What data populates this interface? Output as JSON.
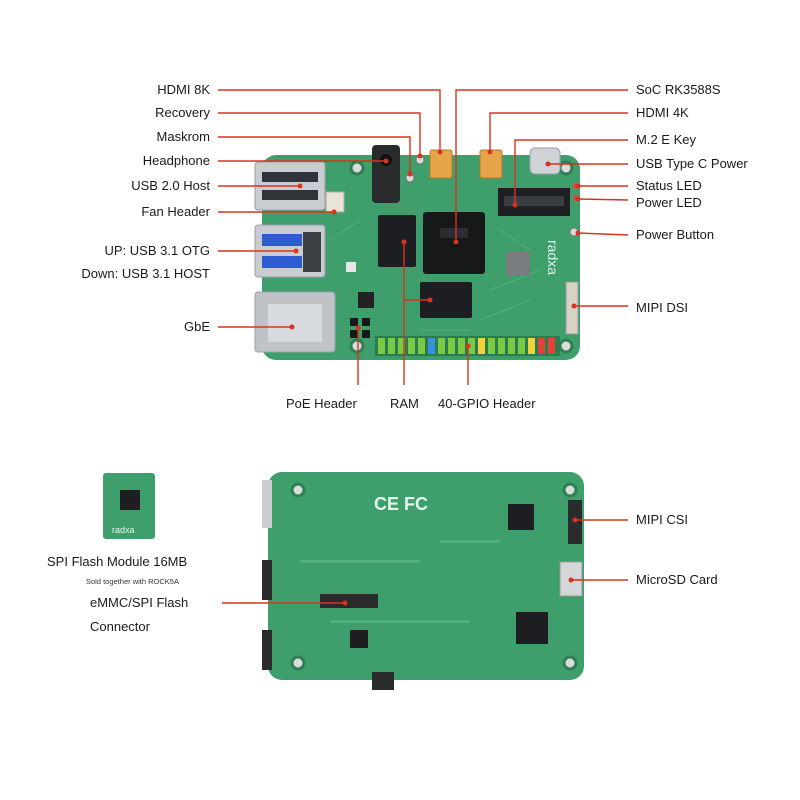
{
  "colors": {
    "leader": "#d9321e",
    "pcb": "#3f9f6c",
    "pcb_dark": "#2f7f55",
    "text": "#1a1a1a"
  },
  "top_board": {
    "left_labels": {
      "hdmi_8k": "HDMI 8K",
      "recovery": "Recovery",
      "maskrom": "Maskrom",
      "headphone": "Headphone",
      "usb20_host": "USB 2.0 Host",
      "fan_header": "Fan Header",
      "usb31_otg": "UP: USB 3.1 OTG",
      "usb31_host": "Down: USB 3.1 HOST",
      "gbe": "GbE"
    },
    "right_labels": {
      "soc": "SoC RK3588S",
      "hdmi_4k": "HDMI 4K",
      "m2_e_key": "M.2 E Key",
      "usb_type_c": "USB Type C Power",
      "status_led": "Status LED",
      "power_led": "Power LED",
      "power_button": "Power Button",
      "mipi_dsi": "MIPI DSI"
    },
    "bottom_labels": {
      "poe_header": "PoE Header",
      "ram": "RAM",
      "gpio_header": "40-GPIO Header"
    },
    "board_text": "radxa"
  },
  "bottom_board": {
    "left_labels": {
      "spi_module": "SPI Flash Module 16MB",
      "spi_module_note": "Sold together with ROCK5A",
      "emmc_line1": "eMMC/SPI Flash",
      "emmc_line2": "Connector"
    },
    "right_labels": {
      "mipi_csi": "MIPI CSI",
      "microsd": "MicroSD Card"
    },
    "module_text": "radxa",
    "cert_marks": "CE FC"
  }
}
